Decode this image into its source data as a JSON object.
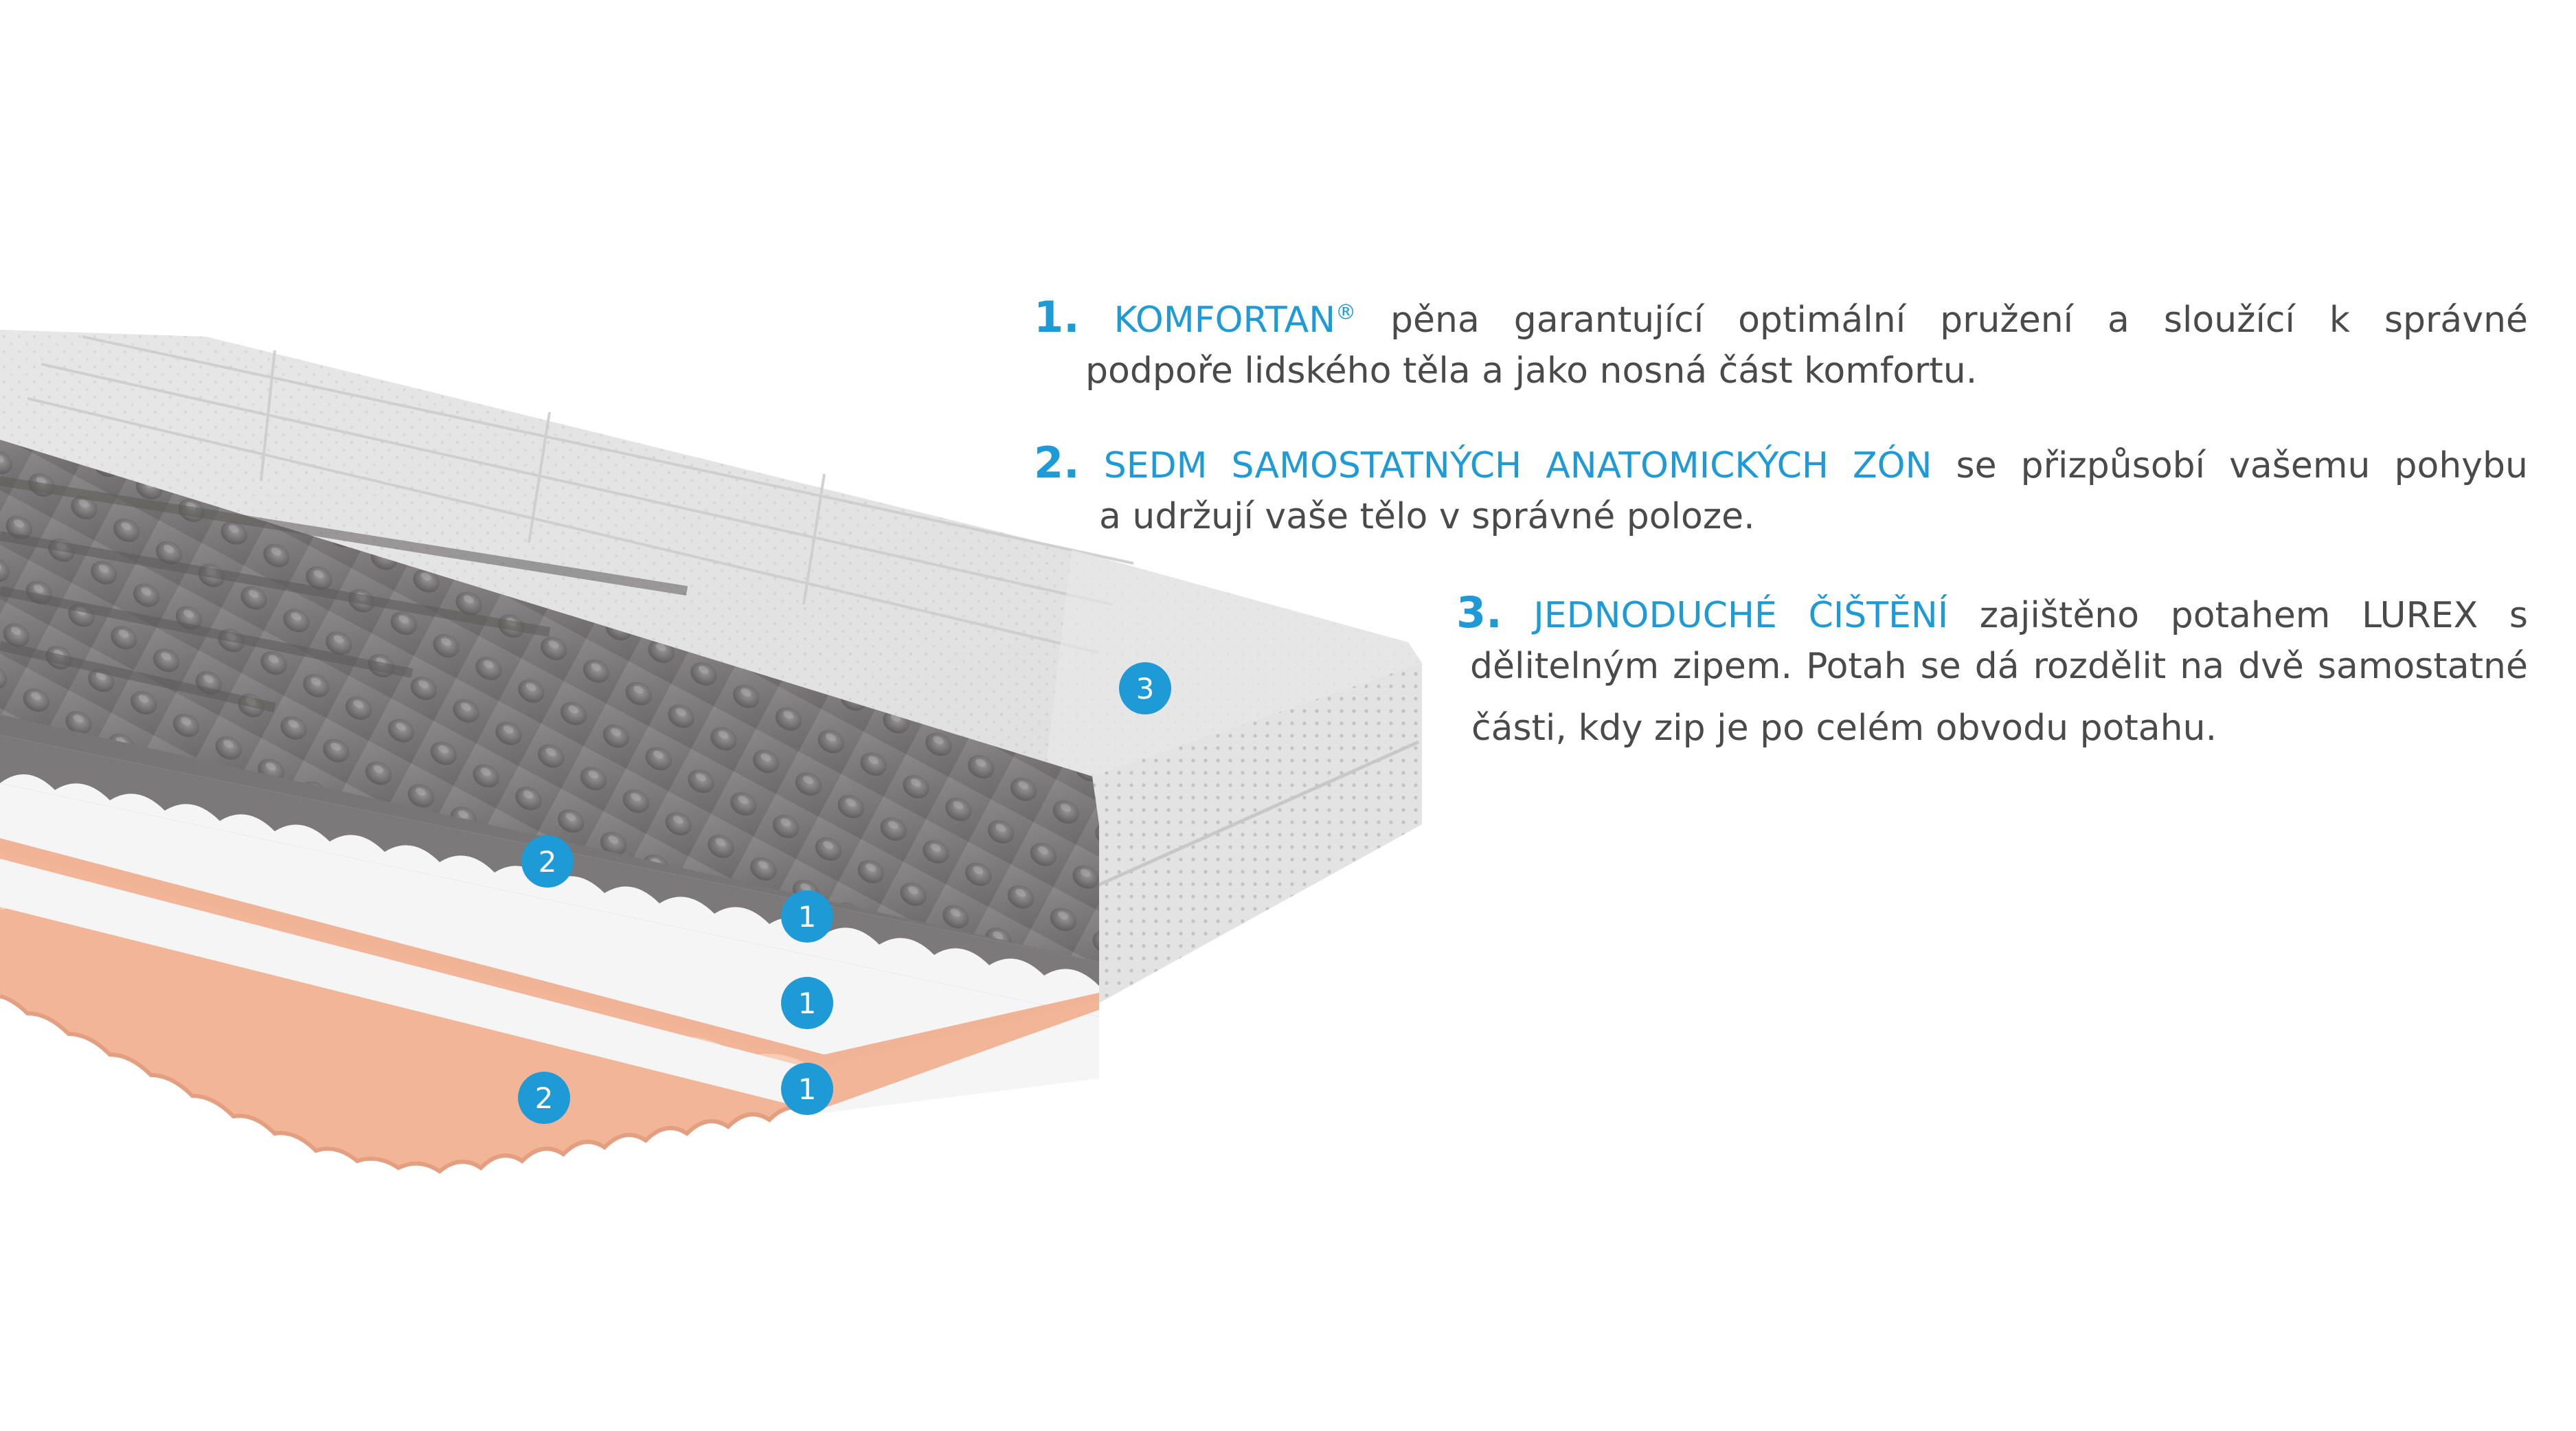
{
  "colors": {
    "accent": "#1e9ad6",
    "text": "#4a4a4a",
    "cover": "#e6e6e6",
    "egg_foam": "#7a7878",
    "white_foam": "#f4f4f4",
    "base_foam": "#f2b598"
  },
  "markers": [
    {
      "label": "3"
    },
    {
      "label": "2"
    },
    {
      "label": "1"
    },
    {
      "label": "1"
    },
    {
      "label": "2"
    },
    {
      "label": "1"
    }
  ],
  "features": [
    {
      "number": "1.",
      "highlight": "KOMFORTAN",
      "mark": "®",
      "line1_rest": "pěna garantující optimální pružení a sloužící k správné",
      "line2": "podpoře lidského těla a jako nosná část komfortu."
    },
    {
      "number": "2.",
      "highlight": "SEDM SAMOSTATNÝCH ANATOMICKÝCH ZÓN",
      "line1_rest": "se přizpůsobí vašemu pohybu",
      "line2": "a udržují vaše tělo v správné poloze."
    },
    {
      "number": "3.",
      "highlight": "JEDNODUCHÉ ČIŠTĚNÍ",
      "line1_rest": "zajištěno potahem LUREX s",
      "line2": "dělitelným zipem. Potah se dá rozdělit na dvě samostatné",
      "line3": "části, kdy zip je po celém obvodu potahu."
    }
  ]
}
